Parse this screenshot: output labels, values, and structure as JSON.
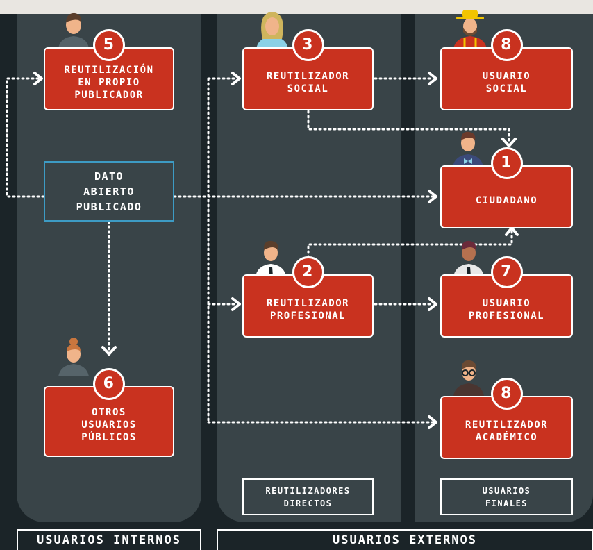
{
  "source": {
    "label": "DATO\nABIERTO\nPUBLICADO"
  },
  "nodes": [
    {
      "id": "reuse-own-publisher",
      "number": "5",
      "label": "REUTILIZACIÓN\nEN PROPIO\nPUBLICADOR"
    },
    {
      "id": "social-reuser",
      "number": "3",
      "label": "REUTILIZADOR\nSOCIAL"
    },
    {
      "id": "social-user",
      "number": "8",
      "label": "USUARIO\nSOCIAL"
    },
    {
      "id": "citizen",
      "number": "1",
      "label": "CIUDADANO"
    },
    {
      "id": "professional-reuser",
      "number": "2",
      "label": "REUTILIZADOR\nPROFESIONAL"
    },
    {
      "id": "professional-user",
      "number": "7",
      "label": "USUARIO\nPROFESIONAL"
    },
    {
      "id": "other-public-users",
      "number": "6",
      "label": "OTROS\nUSUARIOS\nPÚBLICOS"
    },
    {
      "id": "academic-reuser",
      "number": "8",
      "label": "REUTILIZADOR\nACADÉMICO"
    }
  ],
  "column_tags": {
    "direct_reusers": "REUTILIZADORES\nDIRECTOS",
    "final_users": "USUARIOS\nFINALES"
  },
  "groups": {
    "internal": "USUARIOS INTERNOS",
    "external": "USUARIOS EXTERNOS"
  },
  "colors": {
    "background": "#1b2428",
    "column": "#394448",
    "node_fill": "#c9321f",
    "source_border": "#3d9bc4",
    "connector": "#ffffff"
  }
}
